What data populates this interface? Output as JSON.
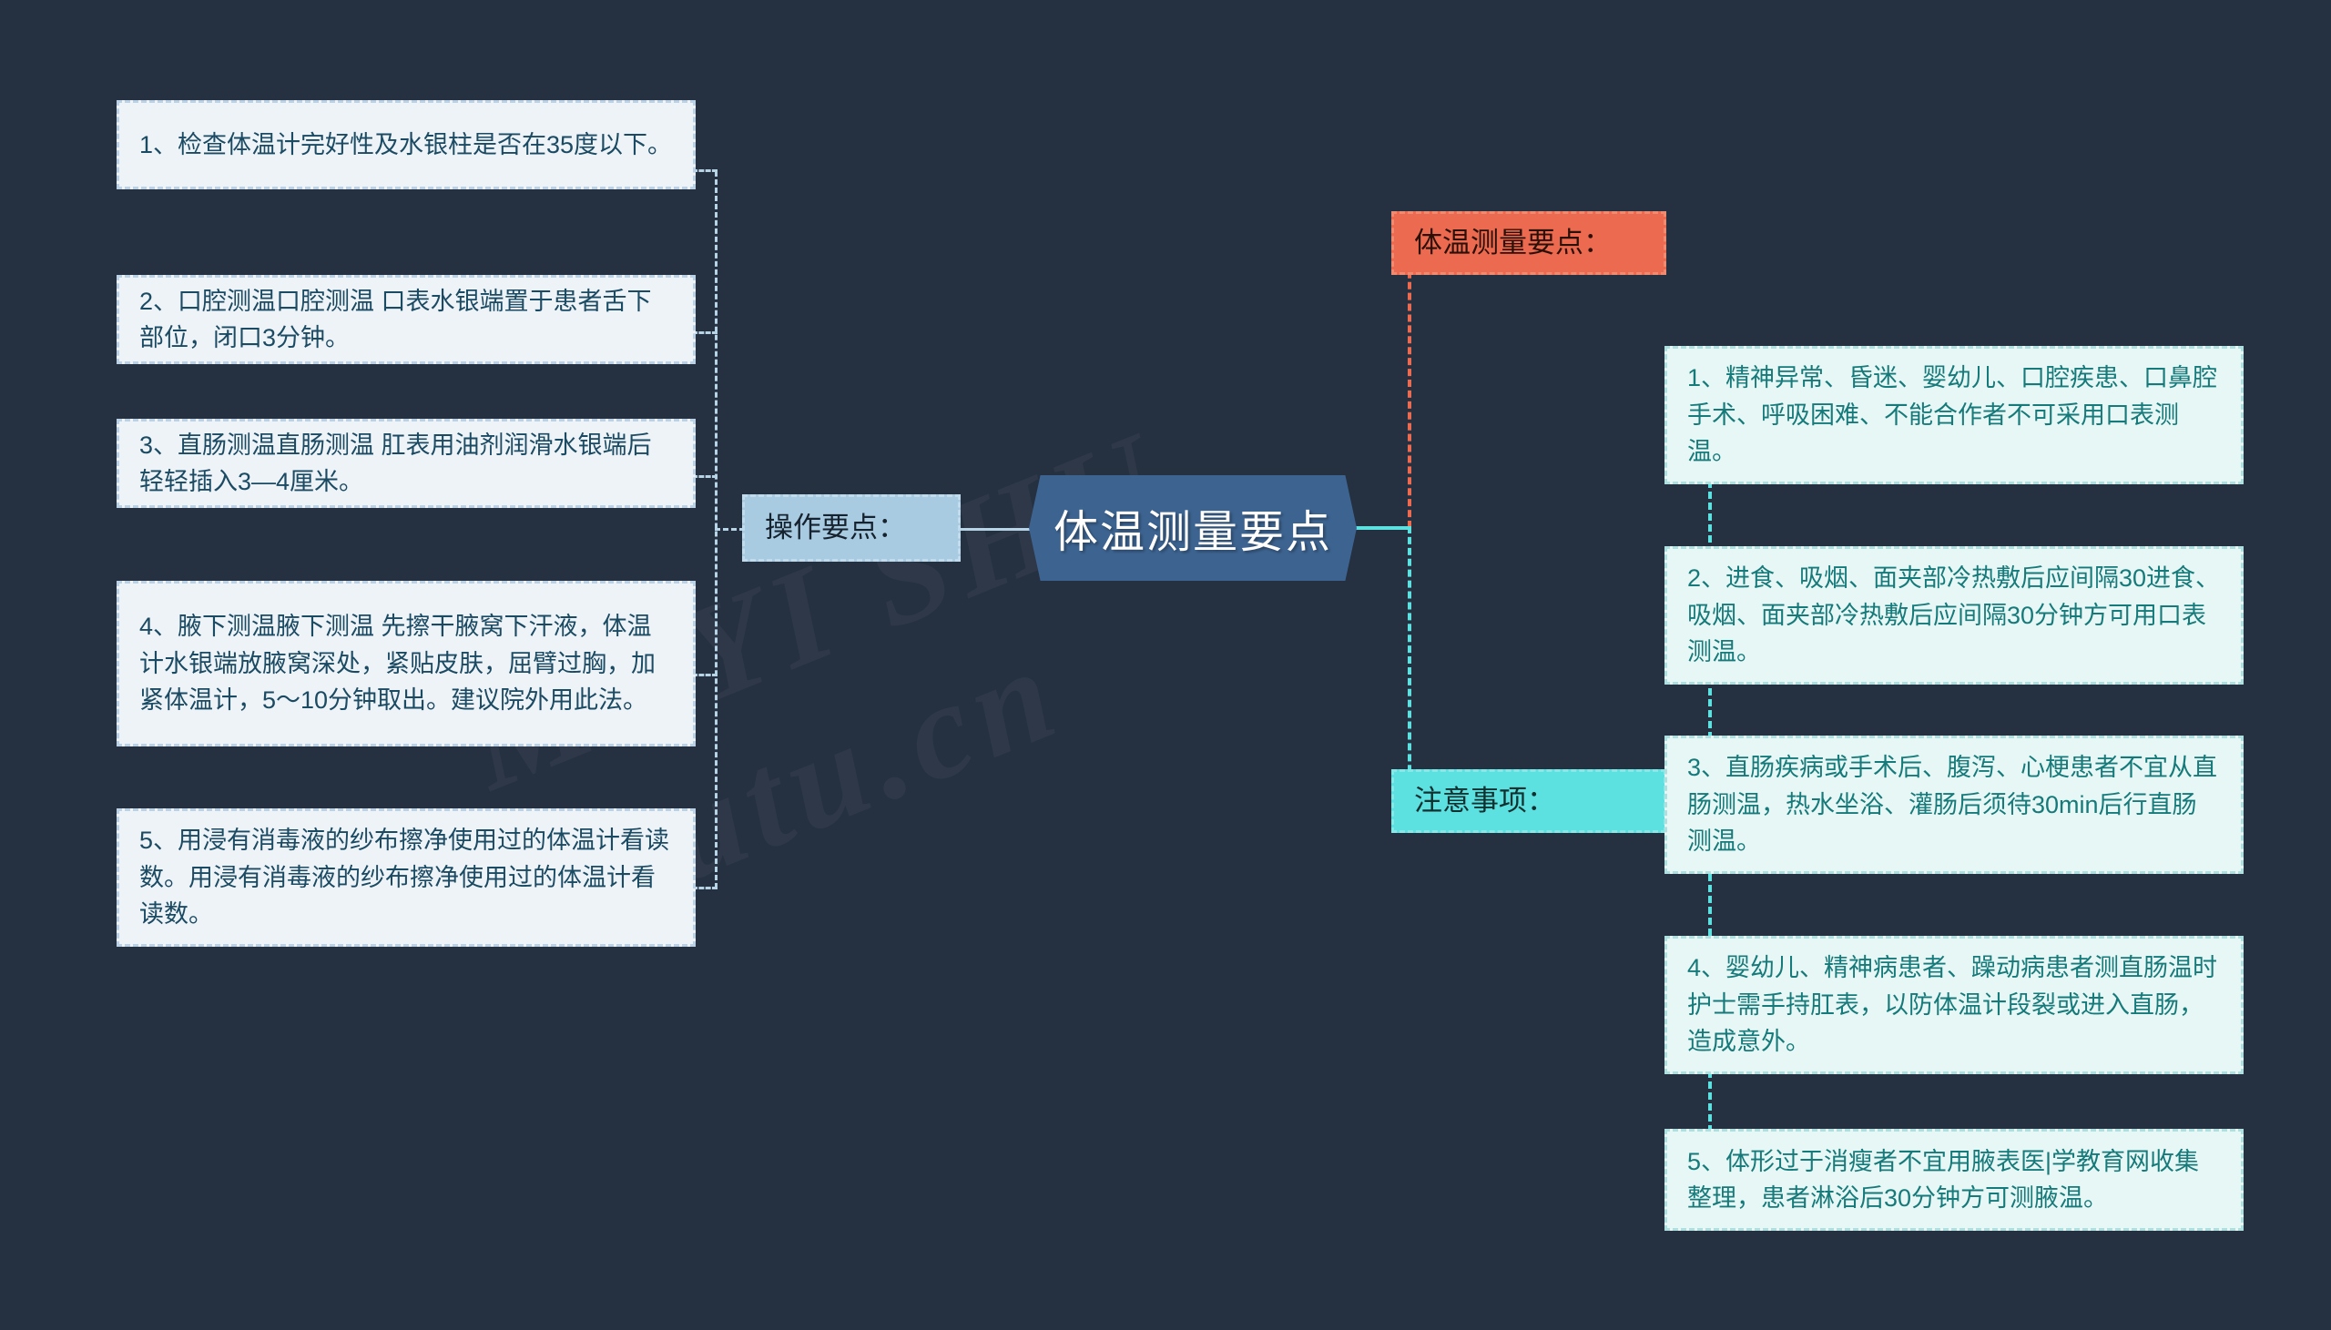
{
  "colors": {
    "background": "#253040",
    "hub_fill": "#3d6491",
    "hub_text": "#ffffff",
    "category_blue": "#a8cbe2",
    "category_orange": "#ec6a4f",
    "category_cyan": "#5de0e0",
    "leaf_left_fill": "#eef3f7",
    "leaf_left_text": "#1b4a63",
    "leaf_right_fill": "#e7f7f5",
    "leaf_right_text": "#167a7a",
    "connector_blue": "#b7d3e6",
    "connector_orange": "#ec6a4f",
    "connector_cyan": "#5de0e0"
  },
  "watermark": {
    "line1": "MI YI SHU",
    "line2": "shutu.cn"
  },
  "hub": {
    "label": "体温测量要点"
  },
  "branches": {
    "left": {
      "category": {
        "label": "操作要点："
      },
      "items": [
        {
          "text": "1、检查体温计完好性及水银柱是否在35度以下。"
        },
        {
          "text": "2、口腔测温口腔测温 口表水银端置于患者舌下部位，闭口3分钟。"
        },
        {
          "text": "3、直肠测温直肠测温 肛表用油剂润滑水银端后轻轻插入3—4厘米。"
        },
        {
          "text": "4、腋下测温腋下测温 先擦干腋窝下汗液，体温计水银端放腋窝深处，紧贴皮肤，屈臂过胸，加紧体温计，5～10分钟取出。建议院外用此法。"
        },
        {
          "text": "5、用浸有消毒液的纱布擦净使用过的体温计看读数。用浸有消毒液的纱布擦净使用过的体温计看读数。"
        }
      ]
    },
    "right": {
      "category_top": {
        "label": "体温测量要点："
      },
      "category_bottom": {
        "label": "注意事项："
      },
      "items": [
        {
          "text": "1、精神异常、昏迷、婴幼儿、口腔疾患、口鼻腔手术、呼吸困难、不能合作者不可采用口表测温。"
        },
        {
          "text": "2、进食、吸烟、面夹部冷热敷后应间隔30进食、吸烟、面夹部冷热敷后应间隔30分钟方可用口表测温。"
        },
        {
          "text": "3、直肠疾病或手术后、腹泻、心梗患者不宜从直肠测温，热水坐浴、灌肠后须待30min后行直肠测温。"
        },
        {
          "text": "4、婴幼儿、精神病患者、躁动病患者测直肠温时护士需手持肛表，以防体温计段裂或进入直肠，造成意外。"
        },
        {
          "text": "5、体形过于消瘦者不宜用腋表医|学教育网收集整理，患者淋浴后30分钟方可测腋温。"
        }
      ]
    }
  }
}
